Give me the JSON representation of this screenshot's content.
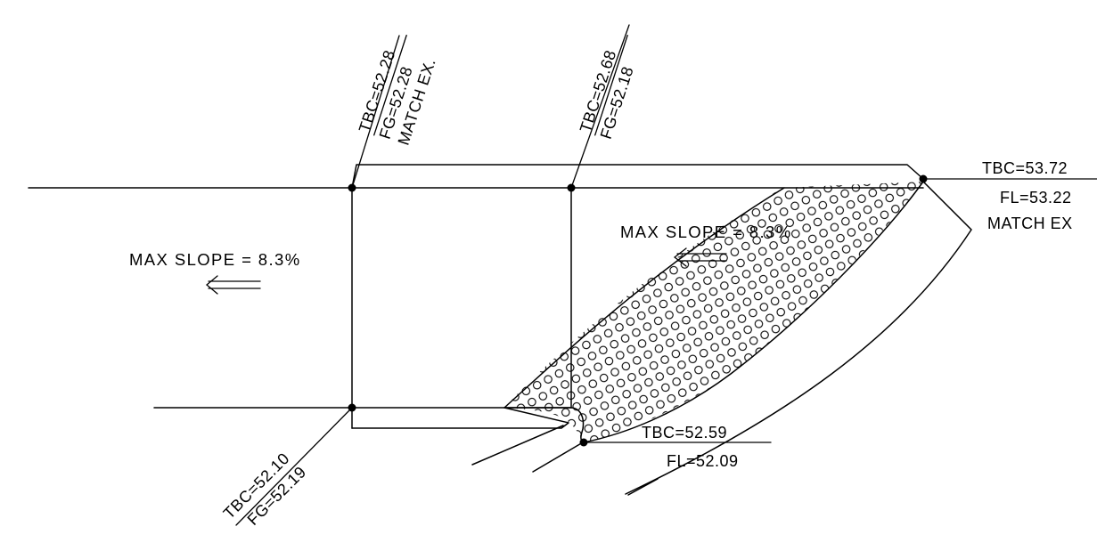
{
  "slope_notes": [
    {
      "text": "MAX SLOPE = 8.3%",
      "direction": "left"
    },
    {
      "text": "MAX SLOPE = 8.3%",
      "direction": "left"
    }
  ],
  "elevation_callouts": {
    "top_left": {
      "tbc": "TBC=52.28",
      "fg": "FG=52.28",
      "note": "MATCH EX."
    },
    "top_center": {
      "tbc": "TBC=52.68",
      "fg": "FG=52.18"
    },
    "right": {
      "tbc": "TBC=53.72",
      "fl": "FL=53.22",
      "note": "MATCH EX"
    },
    "bottom_center": {
      "tbc": "TBC=52.59",
      "fl": "FL=52.09"
    },
    "bottom_left": {
      "tbc": "TBC=52.10",
      "fg": "FG=52.19"
    }
  },
  "hatch_pattern": "circles"
}
